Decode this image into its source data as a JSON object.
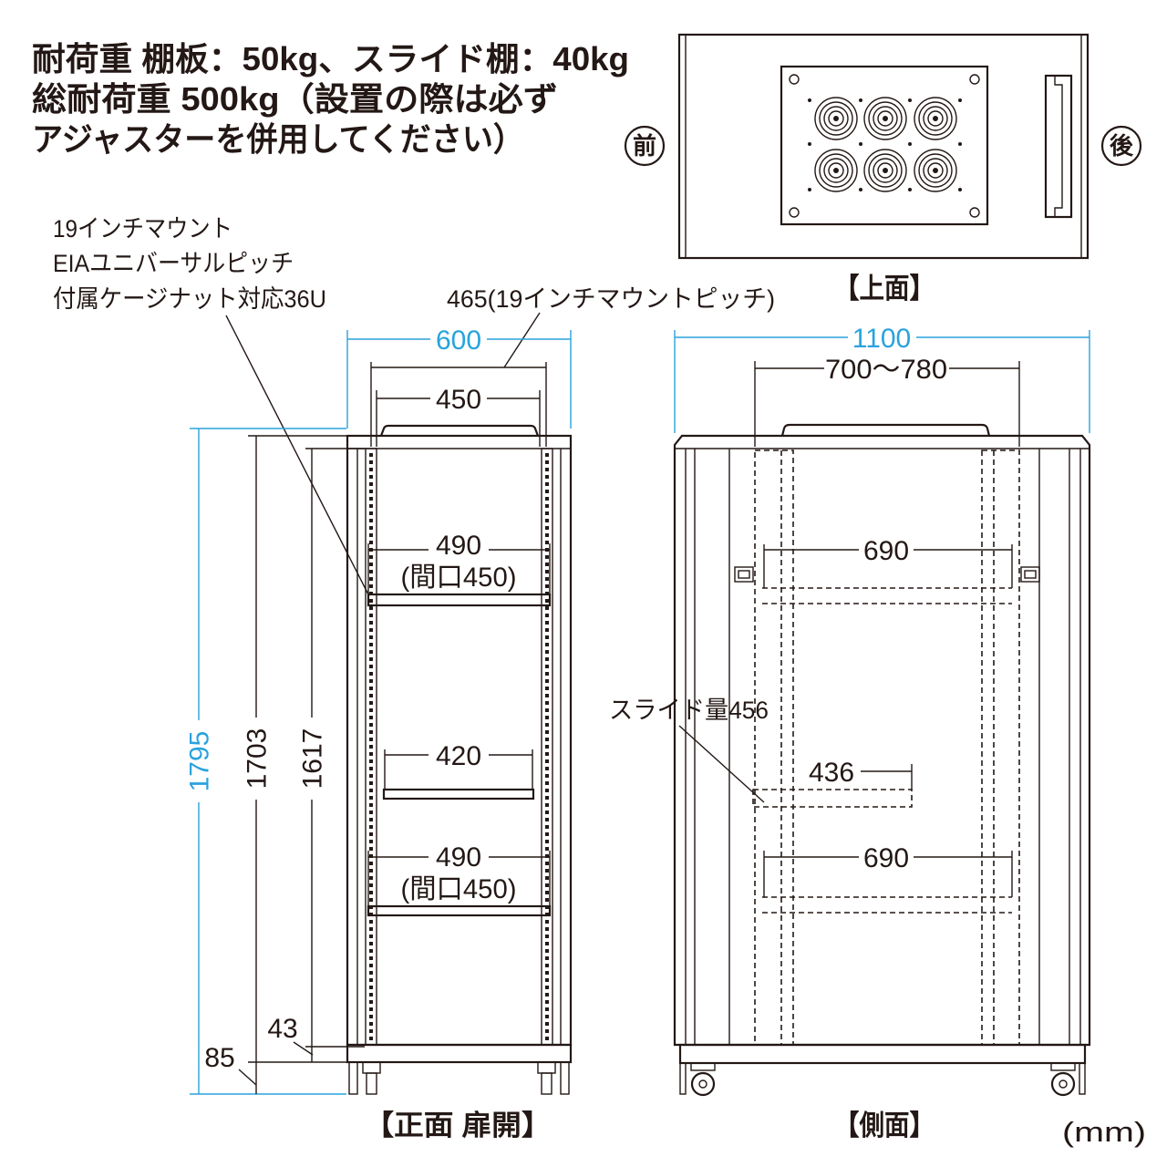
{
  "load_note": {
    "lines": [
      "耐荷重 棚板：50kg、スライド棚：40kg",
      "総耐荷重 500kg（設置の際は必ず",
      "アジャスターを併用してください）"
    ]
  },
  "top_view": {
    "front_mark": "前",
    "rear_mark": "後",
    "caption": "【上面】"
  },
  "front_view": {
    "caption": "【正面 扉開】",
    "mount_note": [
      "19インチマウント",
      "EIAユニバーサルピッチ",
      "付属ケージナット対応36U"
    ],
    "mount_pitch": "465(19インチマウントピッチ)",
    "outer_width": "600",
    "inner_width": "450",
    "upper_shelf_width": "490",
    "upper_shelf_opening": "(間口450)",
    "slide_shelf_width": "420",
    "lower_shelf_width": "490",
    "lower_shelf_opening": "(間口450)",
    "total_height": "1795",
    "body_height": "1703",
    "rail_height": "1617",
    "rail_offset": "43",
    "caster_height": "85"
  },
  "side_view": {
    "caption": "【側面】",
    "outer_depth": "1100",
    "rail_depth": "700～780",
    "upper_shelf_depth": "690",
    "slide_label": "スライド量456",
    "slide_shelf_depth": "436",
    "lower_shelf_depth": "690"
  },
  "unit_label": "(mm)",
  "colors": {
    "line": "#231815",
    "dimension": "#29a3dc",
    "background": "#ffffff"
  }
}
